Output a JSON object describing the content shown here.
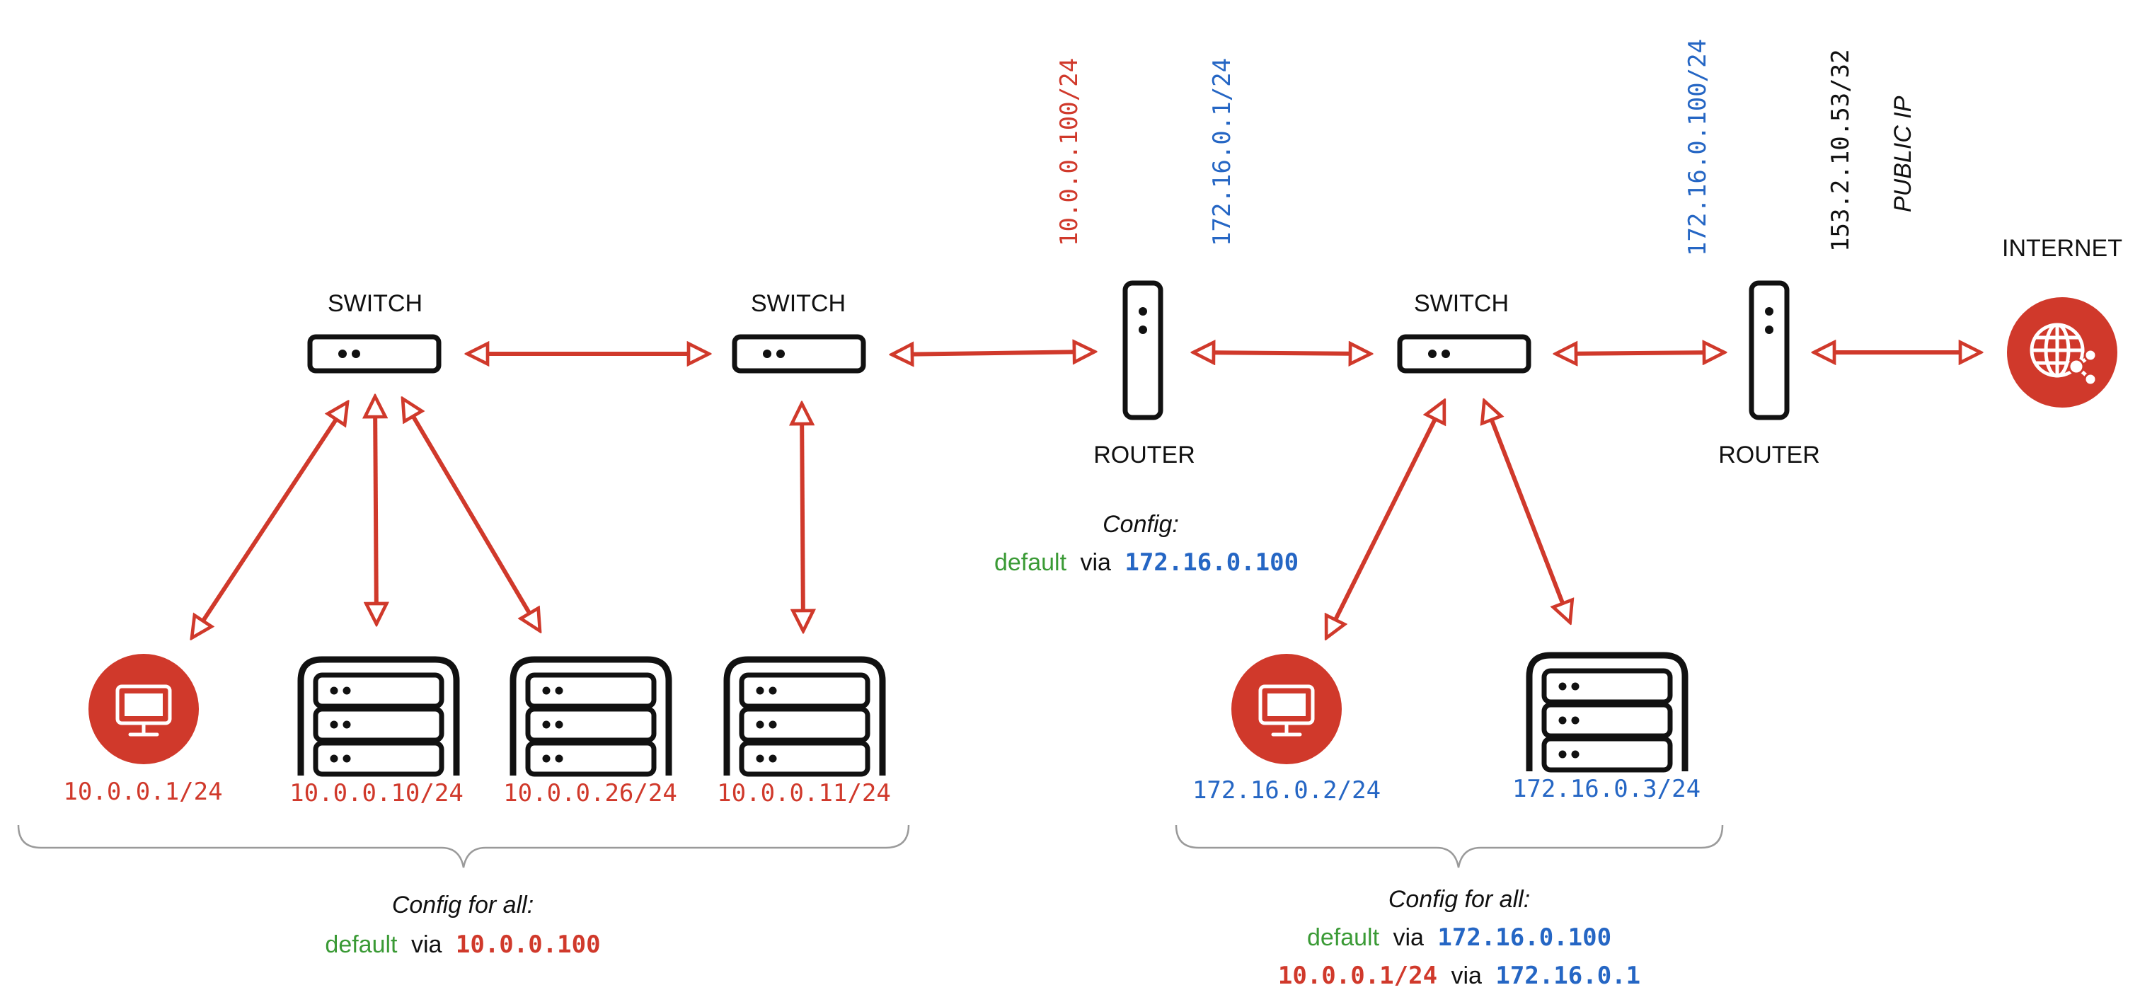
{
  "colors": {
    "red": "#d0392b",
    "blue": "#2566c4",
    "green": "#3a9a35",
    "black": "#111111",
    "gray": "#9a9a9a"
  },
  "labels": {
    "switch": "SWITCH",
    "router": "ROUTER",
    "internet": "INTERNET",
    "public_ip": "PUBLIC IP"
  },
  "addresses": {
    "router1_lan": "10.0.0.100/24",
    "router1_wan": "172.16.0.1/24",
    "router2_lan": "172.16.0.100/24",
    "router2_wan": "153.2.10.53/32",
    "host_a": "10.0.0.1/24",
    "server_a": "10.0.0.10/24",
    "server_b": "10.0.0.26/24",
    "server_c": "10.0.0.11/24",
    "host_b": "172.16.0.2/24",
    "server_d": "172.16.0.3/24"
  },
  "router_config": {
    "title": "Config:",
    "default_word": "default",
    "via_word": "via",
    "gateway": "172.16.0.100"
  },
  "left_group_config": {
    "title": "Config for all:",
    "default_word": "default",
    "via_word": "via",
    "gateway": "10.0.0.100"
  },
  "right_group_config": {
    "title": "Config for all:",
    "default_word": "default",
    "via_word": "via",
    "gateway": "172.16.0.100",
    "route_dest": "10.0.0.1/24",
    "route_via_word": "via",
    "route_gateway": "172.16.0.1"
  },
  "icons": {
    "monitor": "monitor-icon",
    "globe": "globe-network-icon",
    "server": "server-icon"
  }
}
